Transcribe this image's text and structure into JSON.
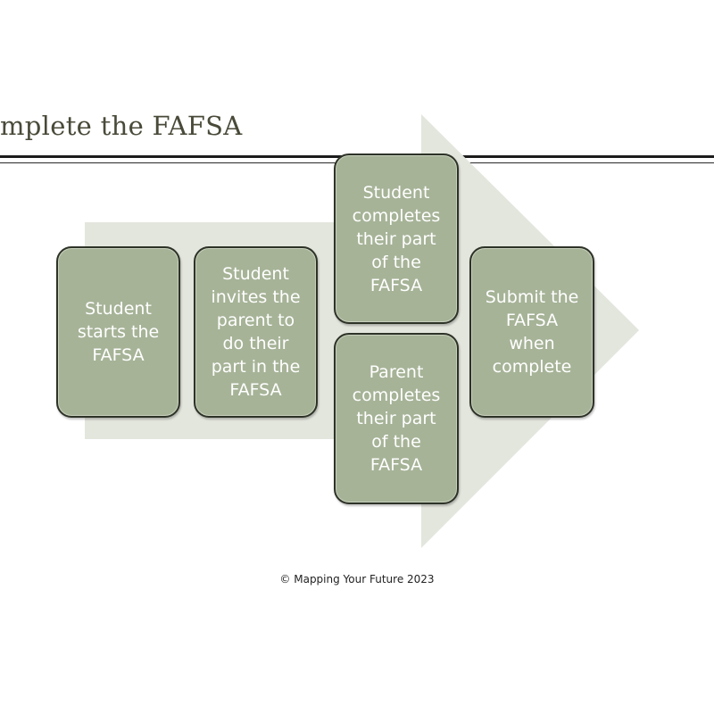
{
  "slide": {
    "title": "mplete the FAFSA",
    "footer": "© Mapping Your Future 2023"
  },
  "diagram": {
    "steps": [
      {
        "id": "start",
        "label": "Student\nstarts the\nFAFSA"
      },
      {
        "id": "invite",
        "label": "Student\ninvites the\nparent to\ndo their\npart in the\nFAFSA"
      },
      {
        "id": "student-part",
        "label": "Student\ncompletes\ntheir part\nof the\nFAFSA"
      },
      {
        "id": "parent-part",
        "label": "Parent\ncompletes\ntheir part\nof the\nFAFSA"
      },
      {
        "id": "submit",
        "label": "Submit the\nFAFSA\nwhen\ncomplete"
      }
    ],
    "colors": {
      "box_fill": "#a6b397",
      "box_border": "#2e3328",
      "arrow_fill": "#e3e6dd"
    }
  }
}
